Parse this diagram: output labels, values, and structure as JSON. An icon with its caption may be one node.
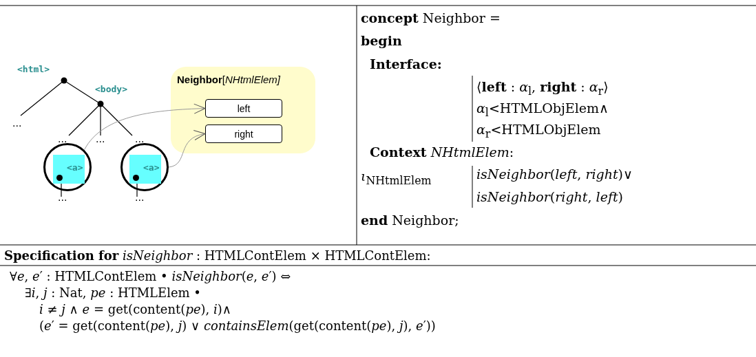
{
  "diagram": {
    "nodes": [
      {
        "text": [
          "**Neighbor**[*NHtmlElem]*"
        ]
      },
      {
        "text": [
          "left"
        ],
        "in": 0
      },
      {
        "text": [
          "right"
        ],
        "in": 0
      },
      {
        "text": [
          "<a>"
        ]
      },
      {
        "text": [
          "<a>"
        ]
      }
    ],
    "edges": [
      {
        "from": 3,
        "to": 1,
        "arrow": "to"
      },
      {
        "from": 4,
        "to": 2,
        "arrow": "to"
      }
    ],
    "labels": [
      "<html>",
      "<body>",
      "...",
      "...",
      "...",
      "...",
      "...",
      "...",
      "**concept** Neighbor =",
      "**begin**",
      "**Interface:**",
      "⟨**left** : *α*$_{l}$, **right** : *α*$_{r}$⟩",
      "*α*$_{l}$<HTMLObjElem∧",
      "*α*$_{r}$<HTMLObjElem",
      "**Context** *NHtmlElem*:",
      "*ι*$_{NHtmlElem}$",
      "*isNeighbor*(*left*, *right*)∨",
      "*isNeighbor*(*right*, *left*)",
      "**end** Neighbor;",
      "**Specification for** *isNeighbor* : HTMLContElem × HTMLContElem:",
      "∀*e*, *e*′ : HTMLContElem • *isNeighbor*(*e*, *e*′) ⇔",
      "∃*i*, *j* : Nat, *pe* : HTMLElem •",
      "*i* ≠ *j* ∧ *e* = get(content(*pe*), *i*)∧",
      "(*e*′ = get(content(*pe*), *j*) ∨ *containsElem*(get(content(*pe*), *j*), *e*′))"
    ]
  }
}
